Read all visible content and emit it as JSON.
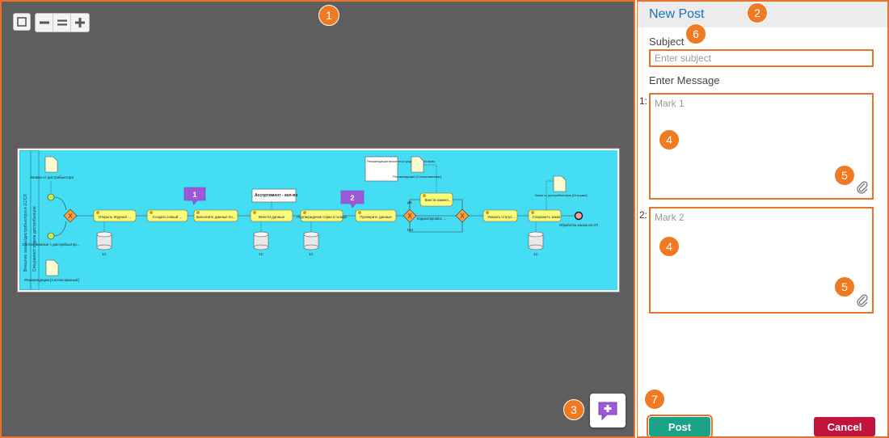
{
  "callouts": [
    "1",
    "2",
    "3",
    "4",
    "4",
    "5",
    "5",
    "6",
    "7"
  ],
  "diagram": {
    "pool_label": "Внешние заказы/дистрибьютора в 1С/СЛ",
    "lane_label": "Специалист отдела дистрибьюции",
    "start_doc_label": "Заявка от дистрибьютора",
    "doc_bottom_label": "Рекомендации [Согласованные]",
    "event_left_label": "Согласованные с дистрибьютор...",
    "tasks": [
      "Открыть Журнал ...",
      "Создать новый ...",
      "Заполнить данные по...",
      "Внести данные",
      "Подтверждение серии и склада",
      "Проверить данные",
      "Внести измнен...",
      "Указать статус ...",
      "Сохранить заказ"
    ],
    "db_label": "1С",
    "note_top": "Ассортимент - кол-во",
    "note_reco": "Рекомендации вносятся в существующий заказ",
    "doc_reco_label": "Рекомендации [Согласованные]",
    "doc_end_label": "Заказ от дистрибьютора [Отгрузки]",
    "yes_label": "Да",
    "no_label": "Нет",
    "correct_label": "Корректировать ...",
    "end_label": "Обработка заказа на СП",
    "marker_1": "1",
    "marker_2": "2"
  },
  "panel": {
    "title": "New Post",
    "subject_label": "Subject",
    "subject_placeholder": "Enter subject",
    "message_label": "Enter Message",
    "marks": [
      {
        "num": "1:",
        "placeholder": "Mark 1"
      },
      {
        "num": "2:",
        "placeholder": "Mark 2"
      }
    ],
    "post_label": "Post",
    "cancel_label": "Cancel"
  },
  "colors": {
    "accent": "#e8722a",
    "title_blue": "#1e6fb6",
    "post_green": "#1aa386",
    "cancel_red": "#c0143c",
    "diagram_bg": "#45ddf3",
    "marker_purple": "#9b59d6"
  },
  "icons": [
    "fit-view-icon",
    "zoom-out-icon",
    "zoom-reset-icon",
    "zoom-in-icon",
    "add-comment-icon",
    "paperclip-icon"
  ]
}
